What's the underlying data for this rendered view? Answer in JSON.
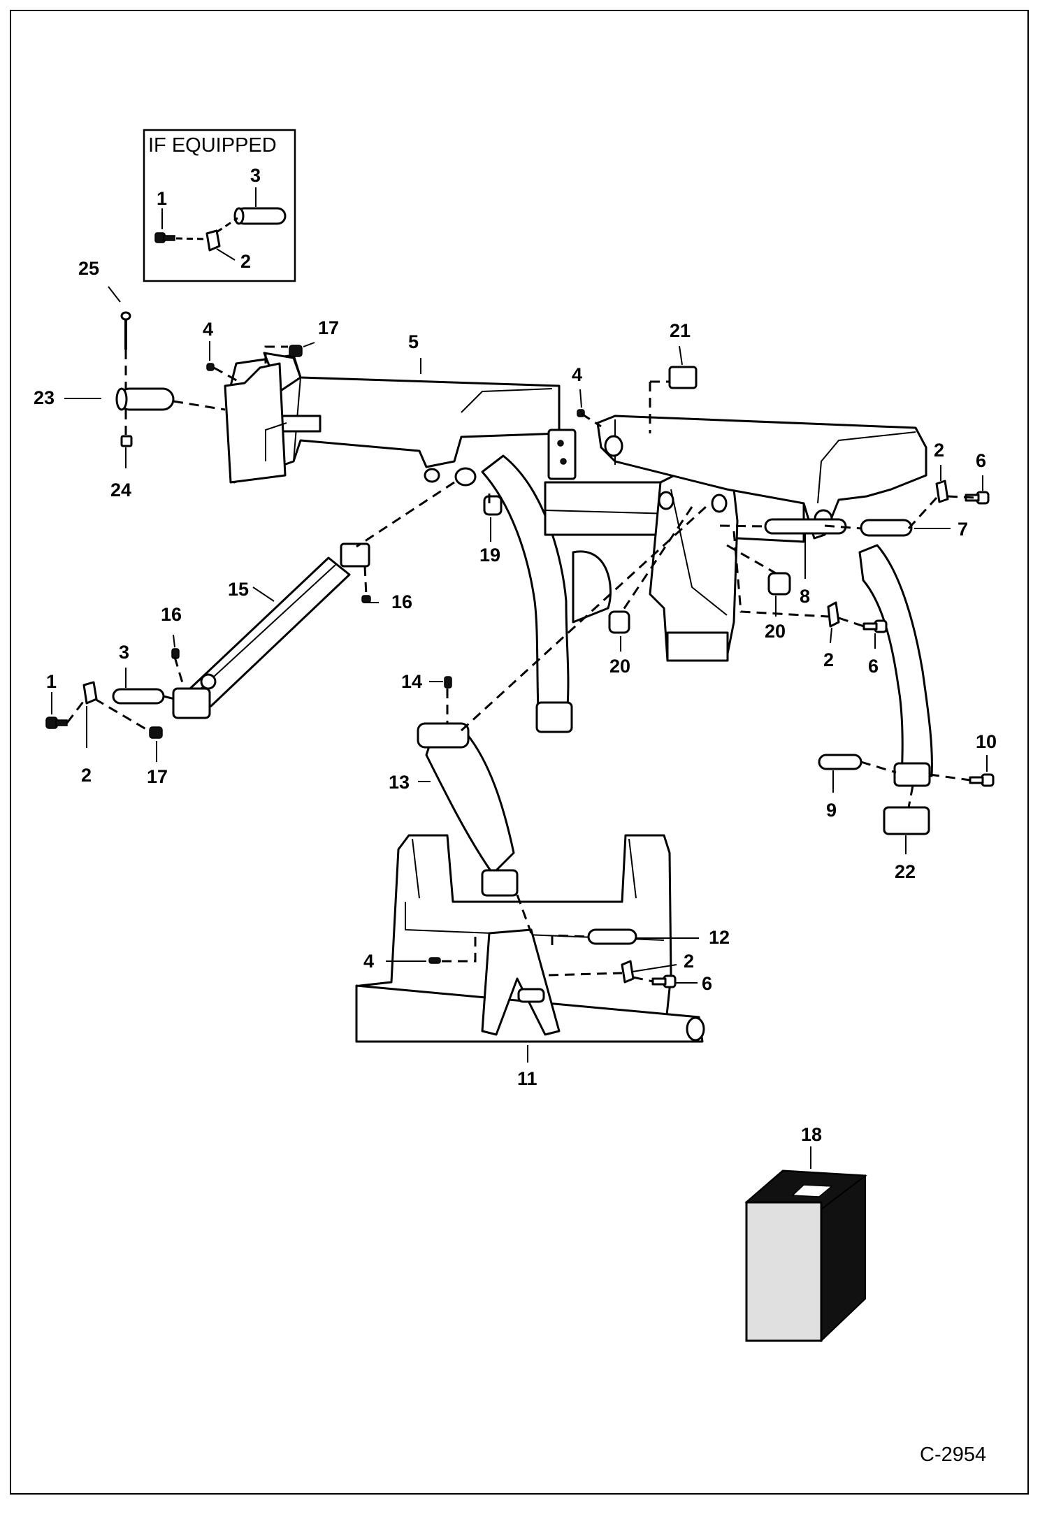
{
  "inset": {
    "title": "IF EQUIPPED"
  },
  "drawing_number": "C-2954",
  "callouts": [
    {
      "key": "i1",
      "text": "1"
    },
    {
      "key": "i2",
      "text": "2"
    },
    {
      "key": "i3",
      "text": "3"
    },
    {
      "key": "c25",
      "text": "25"
    },
    {
      "key": "c23",
      "text": "23"
    },
    {
      "key": "c24",
      "text": "24"
    },
    {
      "key": "c4a",
      "text": "4"
    },
    {
      "key": "c17a",
      "text": "17"
    },
    {
      "key": "c5",
      "text": "5"
    },
    {
      "key": "c21",
      "text": "21"
    },
    {
      "key": "c4b",
      "text": "4"
    },
    {
      "key": "c2a",
      "text": "2"
    },
    {
      "key": "c6a",
      "text": "6"
    },
    {
      "key": "c7",
      "text": "7"
    },
    {
      "key": "c19",
      "text": "19"
    },
    {
      "key": "c8",
      "text": "8"
    },
    {
      "key": "c20a",
      "text": "20"
    },
    {
      "key": "c2b",
      "text": "2"
    },
    {
      "key": "c6b",
      "text": "6"
    },
    {
      "key": "c20b",
      "text": "20"
    },
    {
      "key": "c15",
      "text": "15"
    },
    {
      "key": "c16a",
      "text": "16"
    },
    {
      "key": "c16b",
      "text": "16"
    },
    {
      "key": "c3",
      "text": "3"
    },
    {
      "key": "c1",
      "text": "1"
    },
    {
      "key": "c2c",
      "text": "2"
    },
    {
      "key": "c17b",
      "text": "17"
    },
    {
      "key": "c14",
      "text": "14"
    },
    {
      "key": "c13",
      "text": "13"
    },
    {
      "key": "c10",
      "text": "10"
    },
    {
      "key": "c9",
      "text": "9"
    },
    {
      "key": "c22",
      "text": "22"
    },
    {
      "key": "c12",
      "text": "12"
    },
    {
      "key": "c2d",
      "text": "2"
    },
    {
      "key": "c4c",
      "text": "4"
    },
    {
      "key": "c6c",
      "text": "6"
    },
    {
      "key": "c11",
      "text": "11"
    },
    {
      "key": "c18",
      "text": "18"
    }
  ]
}
